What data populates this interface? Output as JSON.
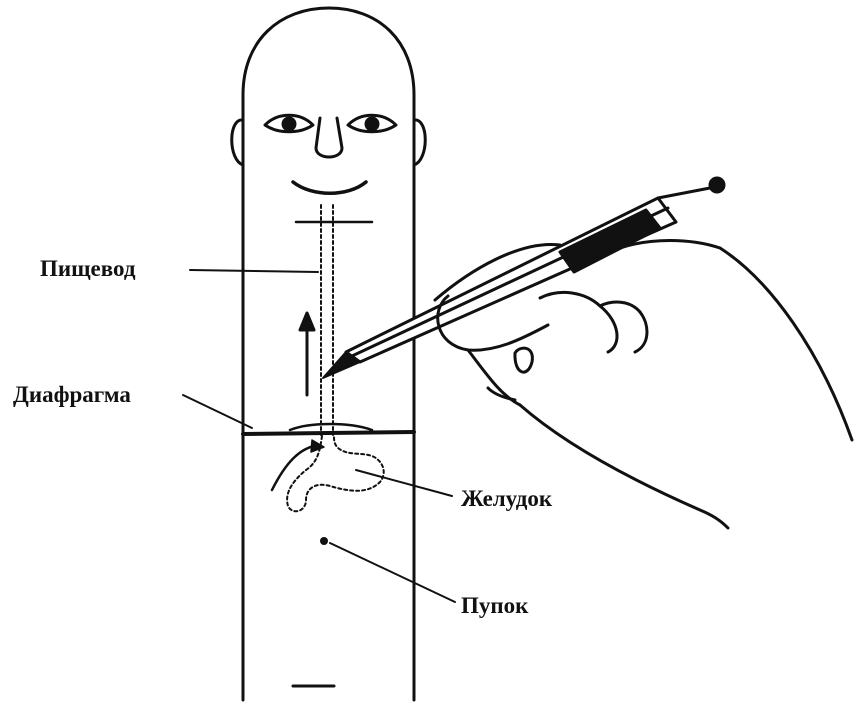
{
  "labels": {
    "esophagus": "Пищевод",
    "diaphragm": "Диафрагма",
    "stomach": "Желудок",
    "navel": "Пупок"
  },
  "colors": {
    "ink": "#111111",
    "background": "#ffffff"
  }
}
